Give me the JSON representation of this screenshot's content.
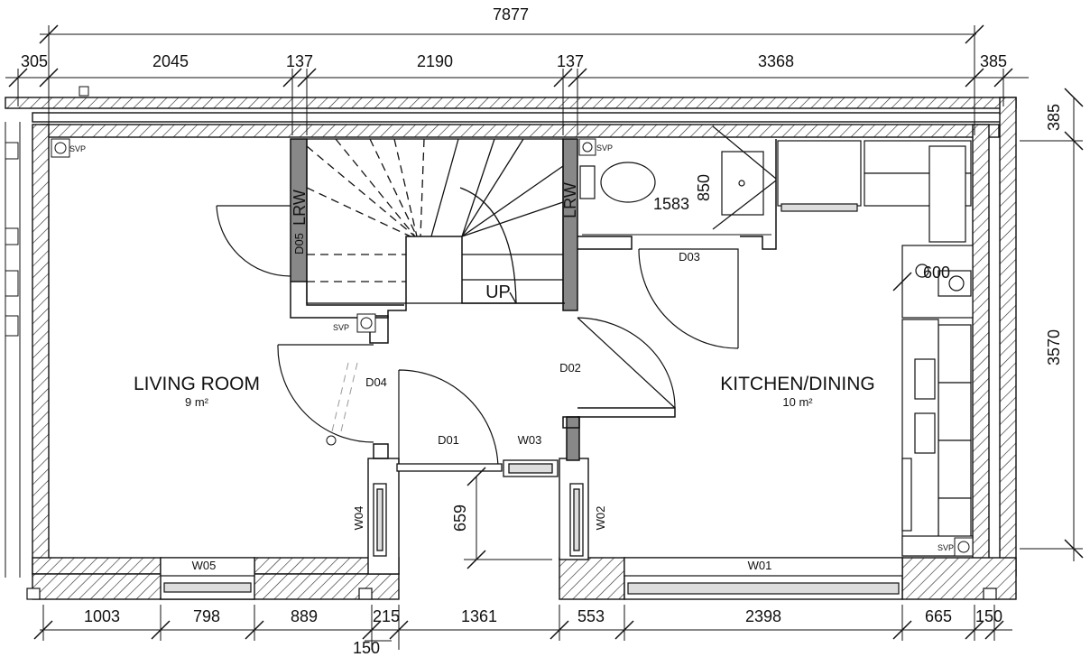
{
  "dimensions": {
    "overall_top": "7877",
    "top": [
      "305",
      "2045",
      "137",
      "2190",
      "137",
      "3368",
      "385"
    ],
    "bottom": [
      "1003",
      "798",
      "889",
      "215",
      "1361",
      "553",
      "2398",
      "665",
      "150"
    ],
    "bottom_extra": "150",
    "right_top": "385",
    "right_height": "3570",
    "porch_depth": "659",
    "wc_width": "1583",
    "wc_depth": "850",
    "hob_width": "600"
  },
  "rooms": {
    "living": {
      "name": "LIVING ROOM",
      "area": "9 m²"
    },
    "kitchen": {
      "name": "KITCHEN/DINING",
      "area": "10 m²"
    }
  },
  "doors": {
    "d01": "D01",
    "d02": "D02",
    "d03": "D03",
    "d04": "D04",
    "d05": "D05"
  },
  "windows": {
    "w01": "W01",
    "w02": "W02",
    "w03": "W03",
    "w04": "W04",
    "w05": "W05"
  },
  "labels": {
    "svp": "SVP",
    "lrw": "LRW",
    "stairs_up": "UP"
  }
}
